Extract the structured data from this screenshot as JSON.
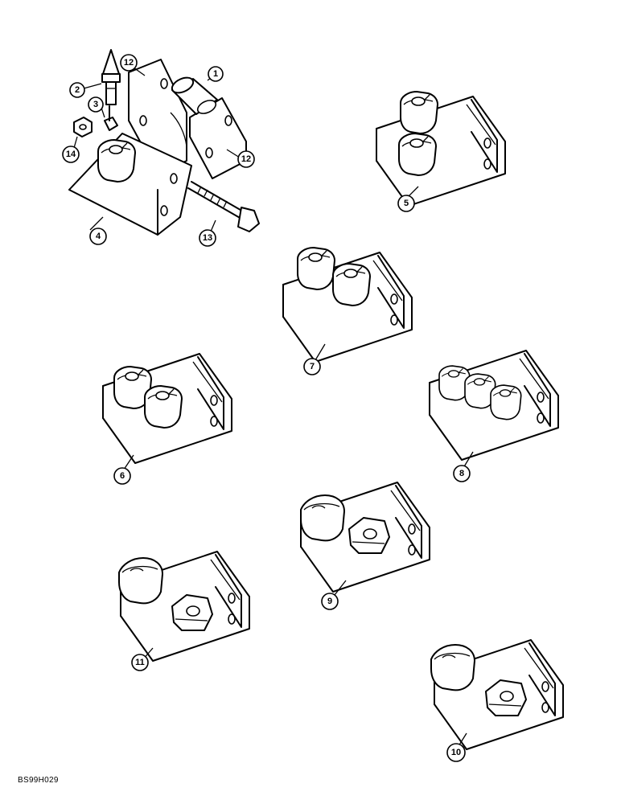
{
  "diagram": {
    "callouts": {
      "c1": "1",
      "c2": "2",
      "c3": "3",
      "c4": "4",
      "c5": "5",
      "c6": "6",
      "c7": "7",
      "c8": "8",
      "c9": "9",
      "c10": "10",
      "c11": "11",
      "c12a": "12",
      "c12b": "12",
      "c13": "13",
      "c14": "14"
    },
    "figure_code": "BS99H029"
  }
}
